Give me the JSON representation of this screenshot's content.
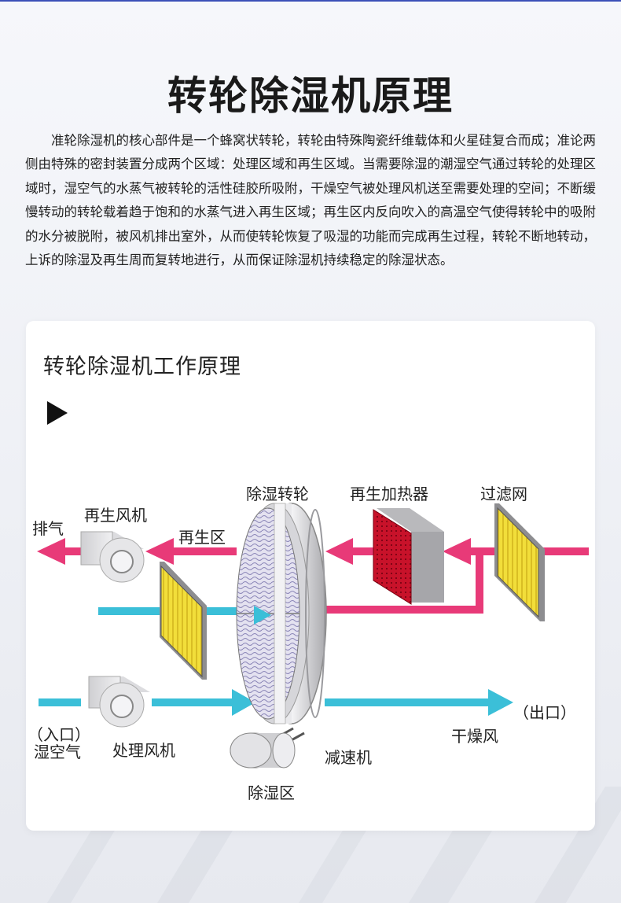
{
  "page": {
    "title": "转轮除湿机原理",
    "intro": "准轮除湿机的核心部件是一个蜂窝状转轮，转轮由特殊陶瓷纤维载体和火星硅复合而成；准论两侧由特殊的密封装置分成两个区域：处理区域和再生区域。当需要除湿的潮湿空气通过转轮的处理区域时，湿空气的水蒸气被转轮的活性硅胶所吸附，干燥空气被处理风机送至需要处理的空间；不断缓慢转动的转轮载着趋于饱和的水蒸气进入再生区域；再生区内反向吹入的高温空气使得转轮中的吸附的水分被脱附，被风机排出室外，从而使转轮恢复了吸湿的功能而完成再生过程，转轮不断地转动，上诉的除湿及再生周而复转地进行，从而保证除湿机持续稳定的除湿状态。"
  },
  "card": {
    "title": "转轮除湿机工作原理",
    "play_icon": "play-icon"
  },
  "diagram_labels": {
    "wheel": "除湿转轮",
    "heater": "再生加热器",
    "filter": "过滤网",
    "regen_fan": "再生风机",
    "exhaust": "排气",
    "regen_zone": "再生区",
    "outlet": "（出口）",
    "dry_air": "干燥风",
    "inlet": "（入口）",
    "wet_air": "湿空气",
    "process_fan": "处理风机",
    "reducer": "减速机",
    "dehumid_zone": "除湿区"
  },
  "colors": {
    "accent_bar": "#3b4fb8",
    "regen_arrow": "#e83a78",
    "process_arrow": "#3bbfd8",
    "filter_yellow": "#f2de3a",
    "heater_red": "#c8122a"
  }
}
